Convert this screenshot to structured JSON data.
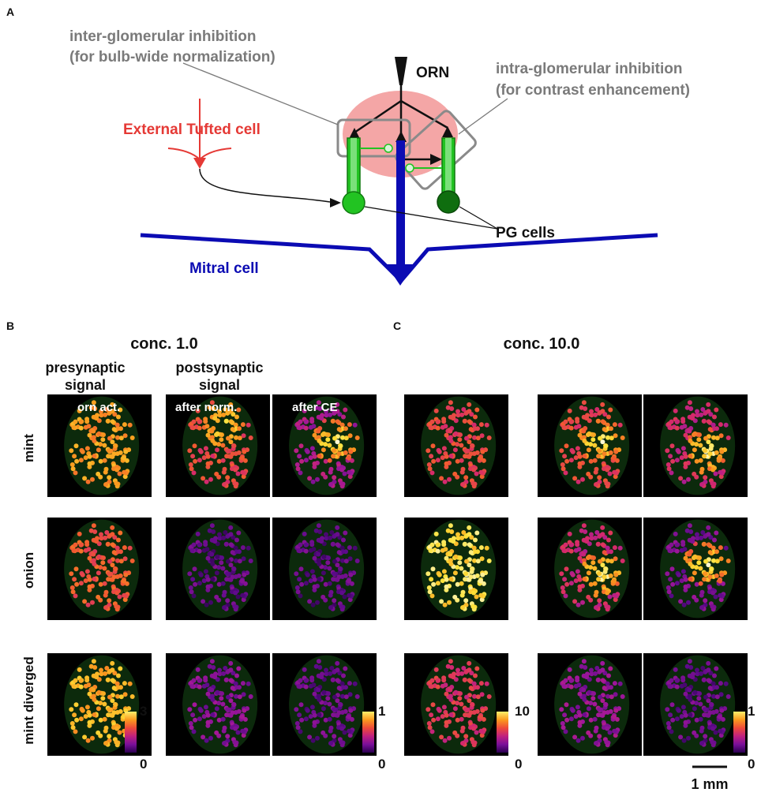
{
  "panel_a": {
    "letter": "A",
    "inter_label_1": "inter-glomerular inhibition",
    "inter_label_2": "(for bulb-wide normalization)",
    "intra_label_1": "intra-glomerular inhibition",
    "intra_label_2": "(for contrast enhancement)",
    "orn_label": "ORN",
    "et_label": "External Tufted cell",
    "pg_label": "PG cells",
    "mitral_label": "Mitral cell",
    "colors": {
      "glomerulus": "#f4a6a6",
      "orn": "#111111",
      "pg": "#22c322",
      "mitral": "#0b0bb3",
      "et": "#e53935",
      "box": "#8a8a8a"
    }
  },
  "panel_b": {
    "letter": "B",
    "title": "conc. 1.0",
    "presyn_head_1": "presynaptic",
    "presyn_head_2": "signal",
    "postsyn_head_1": "postsynaptic",
    "postsyn_head_2": "signal"
  },
  "panel_c": {
    "letter": "C",
    "title": "conc. 10.0"
  },
  "inset_labels": {
    "orn": "orn act.",
    "norm": "after norm.",
    "ce": "after CE"
  },
  "row_labels": [
    "mint",
    "onion",
    "mint diverged"
  ],
  "colorbars": [
    {
      "max": "3",
      "min": "0"
    },
    {
      "max": "1",
      "min": "0"
    },
    {
      "max": "10",
      "min": "0"
    },
    {
      "max": "1",
      "min": "0"
    }
  ],
  "scale_bar": {
    "label": "1 mm"
  },
  "heatmap_grid": {
    "colormap": [
      "#1a0033",
      "#5c0a8a",
      "#a0179a",
      "#d62a6a",
      "#f25a30",
      "#fa9a1e",
      "#fde238",
      "#ffffff"
    ],
    "rows": [
      {
        "name": "mint",
        "levels": [
          0.7,
          0.5,
          0.3,
          0.5,
          0.5,
          0.4
        ],
        "hotspot": [
          null,
          2,
          3,
          null,
          3,
          4
        ]
      },
      {
        "name": "onion",
        "levels": [
          0.55,
          0.15,
          0.15,
          0.85,
          0.4,
          0.2
        ],
        "hotspot": [
          null,
          null,
          null,
          4,
          4,
          3
        ]
      },
      {
        "name": "mint diverged",
        "levels": [
          0.75,
          0.22,
          0.17,
          0.45,
          0.25,
          0.17
        ],
        "hotspot": [
          null,
          null,
          null,
          null,
          null,
          null
        ]
      }
    ]
  }
}
